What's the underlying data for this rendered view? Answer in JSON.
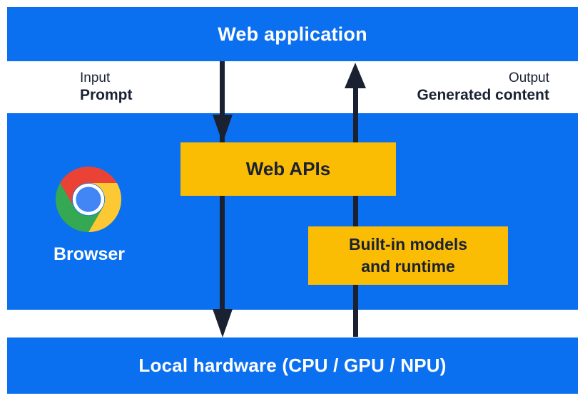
{
  "diagram": {
    "top_bar": {
      "label": "Web application"
    },
    "flow_labels": {
      "input_caption": "Input",
      "input_value": "Prompt",
      "output_caption": "Output",
      "output_value": "Generated content"
    },
    "browser_section": {
      "browser_label": "Browser",
      "web_apis_box": {
        "label": "Web APIs"
      },
      "builtin_box": {
        "line1": "Built-in models",
        "line2": "and runtime"
      }
    },
    "bottom_bar": {
      "label": "Local hardware (CPU / GPU / NPU)"
    },
    "arrows": {
      "down_arrow_meaning": "Input Prompt flows from Web application through Web APIs to Local hardware",
      "up_arrow_meaning": "Generated content flows from Local hardware through Built-in models and runtime to Web application"
    },
    "colors": {
      "blue": "#0b70f0",
      "yellow": "#fbbc04",
      "ink": "#1a2232",
      "white": "#ffffff",
      "chrome_red": "#ea4335",
      "chrome_yellow": "#fcc934",
      "chrome_green": "#34a853",
      "chrome_blue": "#4285f4"
    }
  }
}
